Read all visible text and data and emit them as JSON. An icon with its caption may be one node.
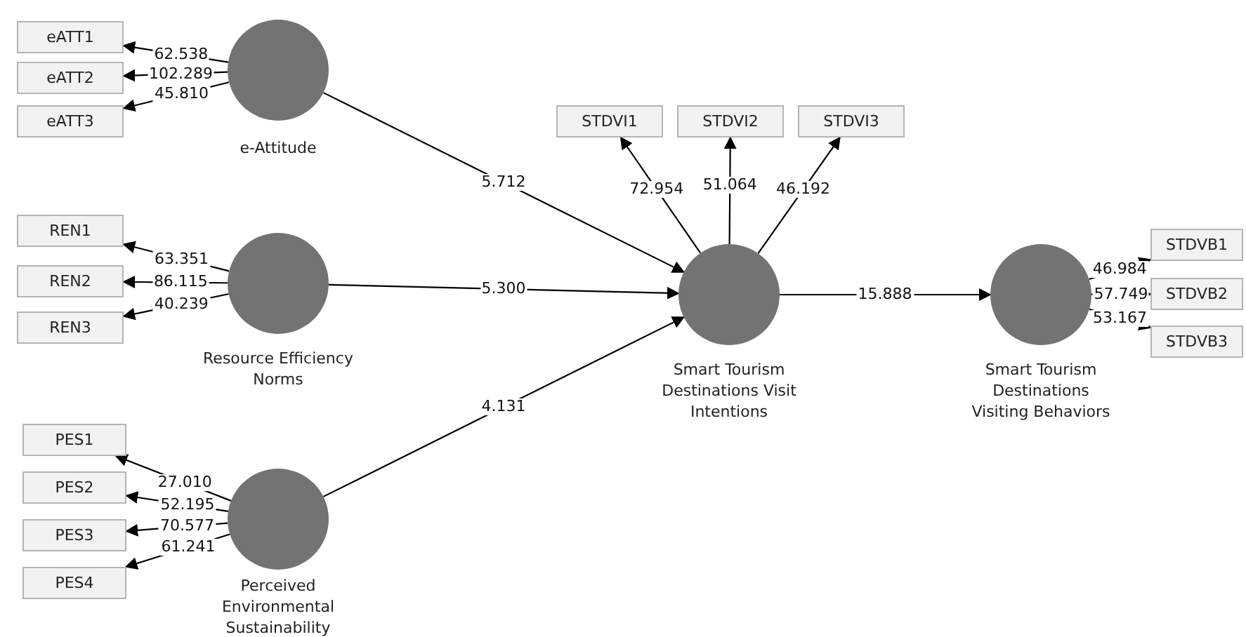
{
  "diagram": {
    "nodes": [
      {
        "text": [
          "eATT1"
        ]
      },
      {
        "text": [
          "eATT2"
        ]
      },
      {
        "text": [
          "eATT3"
        ]
      },
      {
        "text": [
          "e-Attitude"
        ]
      },
      {
        "text": [
          "STDVI1"
        ]
      },
      {
        "text": [
          "STDVI2"
        ]
      },
      {
        "text": [
          "STDVI3"
        ]
      },
      {
        "text": [
          "REN1"
        ]
      },
      {
        "text": [
          "REN2"
        ]
      },
      {
        "text": [
          "REN3"
        ]
      },
      {
        "text": [
          "Resource Efficiency Norms"
        ]
      },
      {
        "text": [
          "Smart Tourism Destinations Visit Intentions"
        ]
      },
      {
        "text": [
          "Smart Tourism Destinations Visiting Behaviors"
        ]
      },
      {
        "text": [
          "STDVB1"
        ]
      },
      {
        "text": [
          "STDVB2"
        ]
      },
      {
        "text": [
          "STDVB3"
        ]
      },
      {
        "text": [
          "PES1"
        ]
      },
      {
        "text": [
          "PES2"
        ]
      },
      {
        "text": [
          "PES3"
        ]
      },
      {
        "text": [
          "PES4"
        ]
      },
      {
        "text": [
          "Perceived Environmental Sustainability"
        ]
      }
    ],
    "edges": [
      {
        "from": 3,
        "to": 0,
        "arrow": "to",
        "label": "62.538"
      },
      {
        "from": 3,
        "to": 1,
        "arrow": "to",
        "label": "102.289"
      },
      {
        "from": 3,
        "to": 2,
        "arrow": "to",
        "label": "45.810"
      },
      {
        "from": 10,
        "to": 7,
        "arrow": "to",
        "label": "63.351"
      },
      {
        "from": 10,
        "to": 8,
        "arrow": "to",
        "label": "86.115"
      },
      {
        "from": 10,
        "to": 9,
        "arrow": "to",
        "label": "40.239"
      },
      {
        "from": 20,
        "to": 16,
        "arrow": "to",
        "label": "27.010"
      },
      {
        "from": 20,
        "to": 17,
        "arrow": "to",
        "label": "52.195"
      },
      {
        "from": 20,
        "to": 18,
        "arrow": "to",
        "label": "70.577"
      },
      {
        "from": 20,
        "to": 19,
        "arrow": "to",
        "label": "61.241"
      },
      {
        "from": 3,
        "to": 11,
        "arrow": "to",
        "label": "5.712"
      },
      {
        "from": 10,
        "to": 11,
        "arrow": "to",
        "label": "5.300"
      },
      {
        "from": 20,
        "to": 11,
        "arrow": "to",
        "label": "4.131"
      },
      {
        "from": 11,
        "to": 4,
        "arrow": "to",
        "label": "72.954"
      },
      {
        "from": 11,
        "to": 5,
        "arrow": "to",
        "label": "51.064"
      },
      {
        "from": 11,
        "to": 6,
        "arrow": "to",
        "label": "46.192"
      },
      {
        "from": 11,
        "to": 12,
        "arrow": "to",
        "label": "15.888"
      },
      {
        "from": 12,
        "to": 13,
        "arrow": "to",
        "label": "46.984"
      },
      {
        "from": 12,
        "to": 14,
        "arrow": "to",
        "label": "57.749"
      },
      {
        "from": 12,
        "to": 15,
        "arrow": "to",
        "label": "53.167"
      }
    ]
  }
}
